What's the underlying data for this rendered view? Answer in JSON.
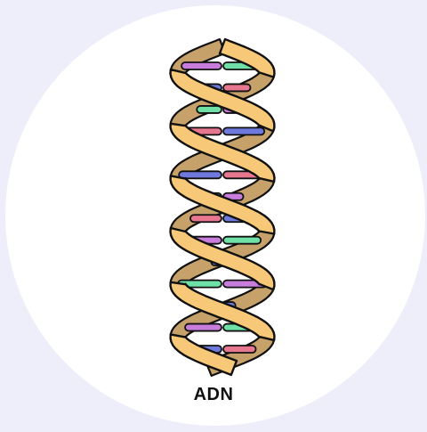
{
  "caption": "ADN",
  "colors": {
    "background": "#eeeefa",
    "disc": "#ffffff",
    "strand_front": "#f6c877",
    "strand_back": "#c6a26a",
    "outline": "#111111",
    "base_purple": "#c87ddc",
    "base_green": "#6fe0a6",
    "base_blue": "#6f79dd",
    "base_pink": "#e7768f"
  },
  "base_pairs": [
    [
      "purple",
      "green"
    ],
    [
      "blue",
      "pink"
    ],
    [
      "green",
      "purple"
    ],
    [
      "pink",
      "blue"
    ],
    [
      "purple",
      "green"
    ],
    [
      "blue",
      "pink"
    ],
    [
      "green",
      "purple"
    ],
    [
      "pink",
      "blue"
    ],
    [
      "purple",
      "green"
    ],
    [
      "blue",
      "pink"
    ],
    [
      "green",
      "purple"
    ],
    [
      "pink",
      "blue"
    ],
    [
      "purple",
      "green"
    ],
    [
      "blue",
      "pink"
    ]
  ]
}
